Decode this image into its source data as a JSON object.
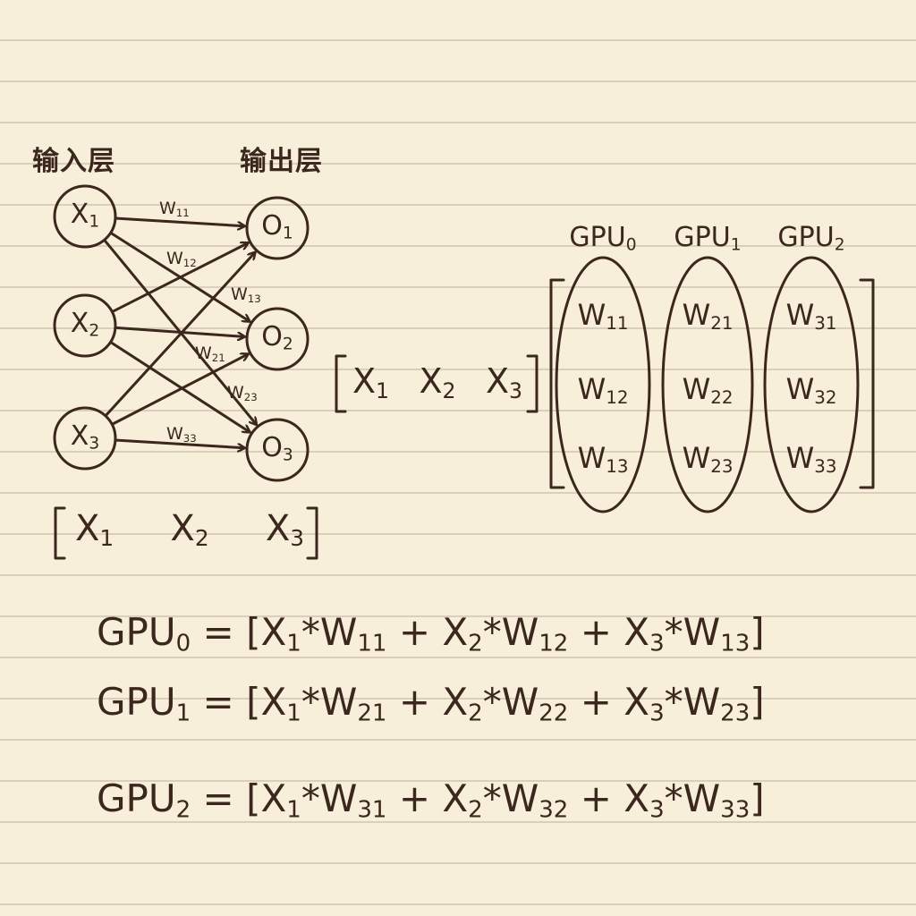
{
  "layers": {
    "input": "输入层",
    "output": "输出层"
  },
  "inputs": [
    "X1",
    "X2",
    "X3"
  ],
  "outputs": [
    "O1",
    "O2",
    "O3"
  ],
  "edge_labels": [
    "W11",
    "W12",
    "W13",
    "W21",
    "W23",
    "W33"
  ],
  "input_vector": [
    "X1",
    "X2",
    "X3"
  ],
  "gpus": [
    {
      "name": "GPU0",
      "weights": [
        "W11",
        "W12",
        "W13"
      ]
    },
    {
      "name": "GPU1",
      "weights": [
        "W21",
        "W22",
        "W23"
      ]
    },
    {
      "name": "GPU2",
      "weights": [
        "W31",
        "W32",
        "W33"
      ]
    }
  ],
  "equations": [
    {
      "gpu": "GPU0",
      "terms": [
        "X1*W11",
        "X2*W12",
        "X3*W13"
      ]
    },
    {
      "gpu": "GPU1",
      "terms": [
        "X1*W21",
        "X2*W22",
        "X3*W23"
      ]
    },
    {
      "gpu": "GPU2",
      "terms": [
        "X1*W31",
        "X2*W32",
        "X3*W33"
      ]
    }
  ]
}
